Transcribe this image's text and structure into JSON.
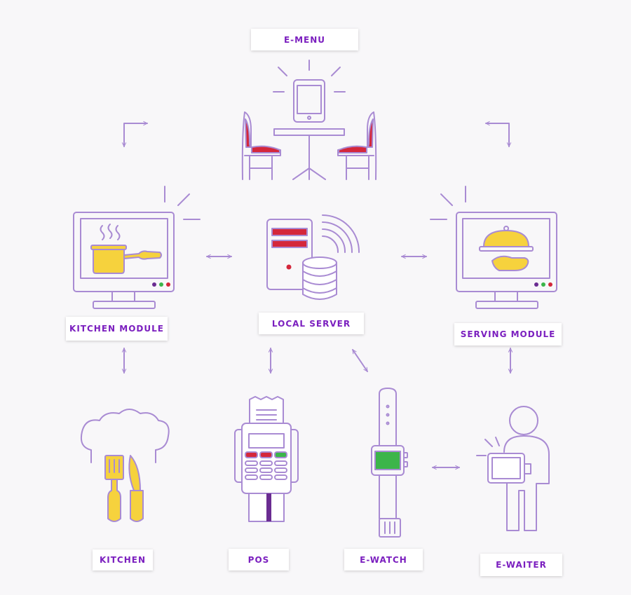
{
  "colors": {
    "line": "#a98bd3",
    "yellow": "#f6d23d",
    "red": "#d4273b",
    "green": "#3cb54a",
    "purple": "#6a2c91",
    "label_text": "#7b1fbf",
    "background": "#f8f7f9"
  },
  "nodes": {
    "e_menu": {
      "label": "E-MENU",
      "icon": "tablet-table-chairs-icon"
    },
    "kitchen_module": {
      "label": "KITCHEN MODULE",
      "icon": "monitor-cooking-pot-icon"
    },
    "local_server": {
      "label": "LOCAL SERVER",
      "icon": "server-database-icon"
    },
    "serving_module": {
      "label": "SERVING MODULE",
      "icon": "monitor-serving-cloche-icon"
    },
    "kitchen": {
      "label": "KITCHEN",
      "icon": "chef-hat-utensils-icon"
    },
    "pos": {
      "label": "POS",
      "icon": "pos-terminal-icon"
    },
    "e_watch": {
      "label": "E-WATCH",
      "icon": "smartwatch-icon"
    },
    "e_waiter": {
      "label": "E-WAITER",
      "icon": "waiter-tablet-icon"
    }
  }
}
